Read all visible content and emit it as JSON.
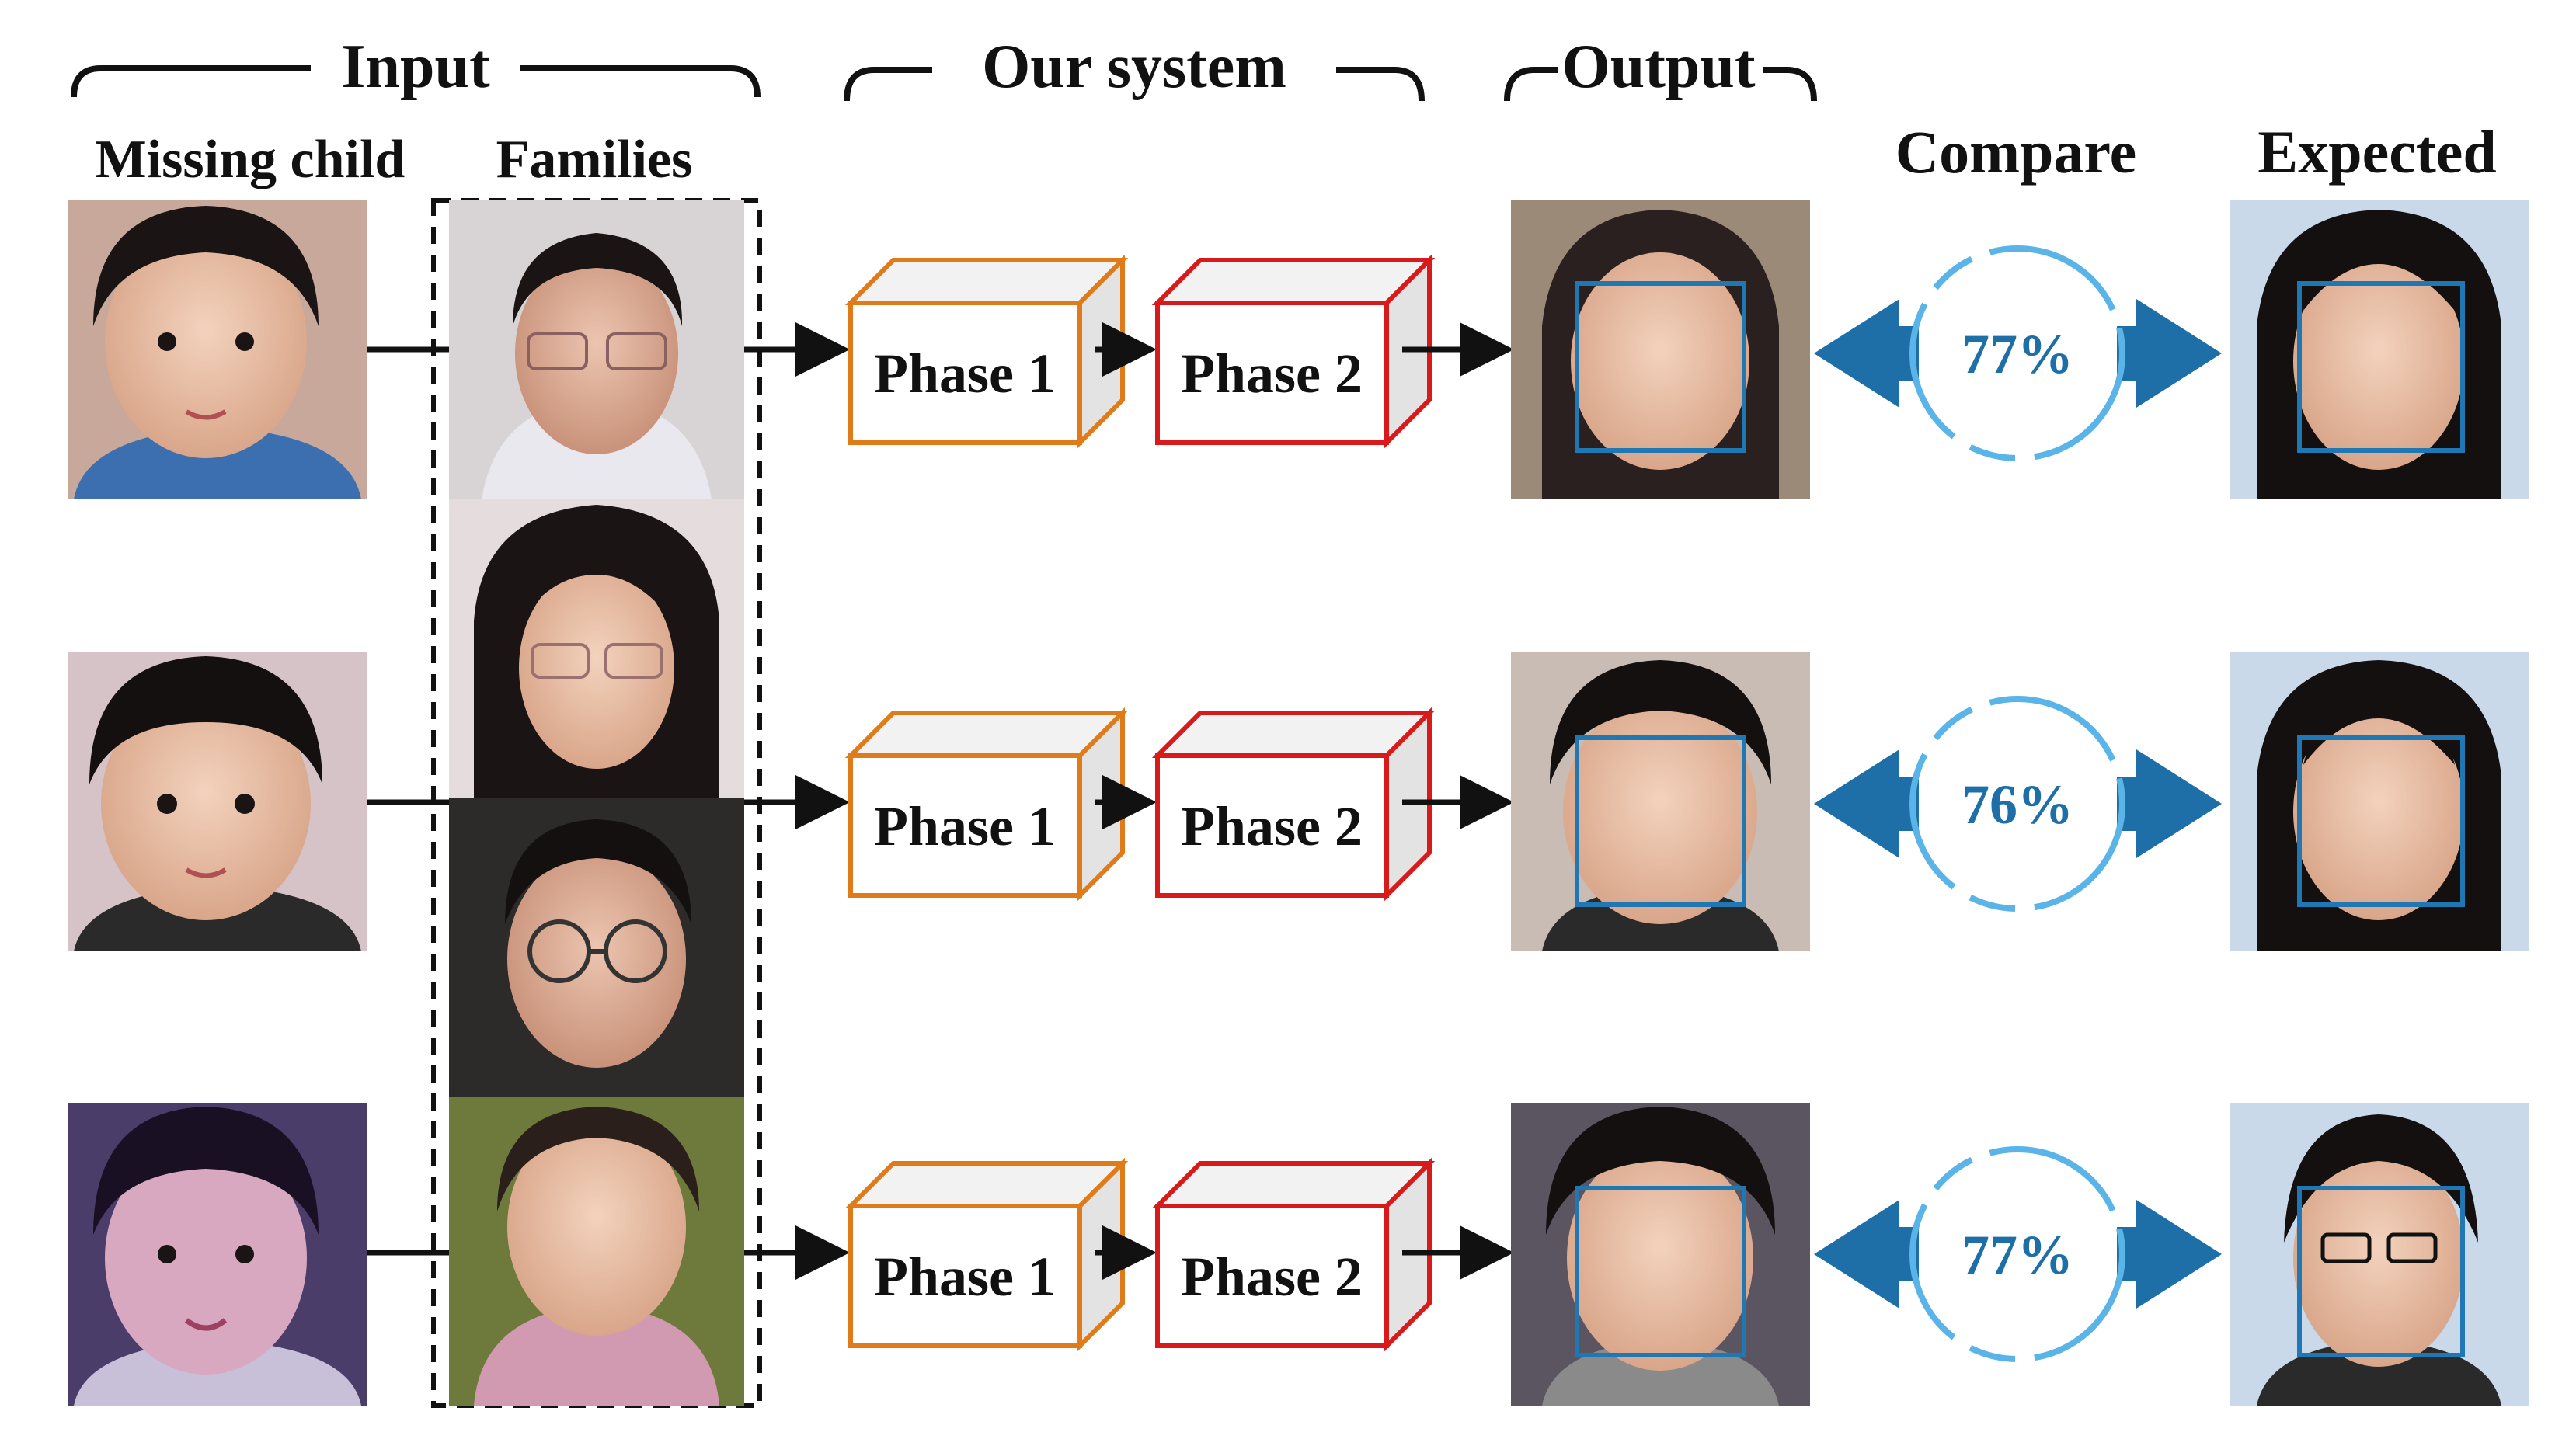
{
  "headers": {
    "input": "Input",
    "our_system": "Our system",
    "output": "Output",
    "missing_child": "Missing child",
    "families": "Families",
    "compare": "Compare",
    "expected": "Expected"
  },
  "rows": [
    {
      "phase1": "Phase 1",
      "phase2": "Phase 2",
      "similarity": "77%"
    },
    {
      "phase1": "Phase 1",
      "phase2": "Phase 2",
      "similarity": "76%"
    },
    {
      "phase1": "Phase 1",
      "phase2": "Phase 2",
      "similarity": "77%"
    }
  ],
  "colors": {
    "phase1_stroke": "#e07b1a",
    "phase2_stroke": "#d91a1a",
    "compare_blue": "#1e6fa8",
    "circle_light": "#5ab4e8",
    "face_box": "#1f78b4"
  }
}
